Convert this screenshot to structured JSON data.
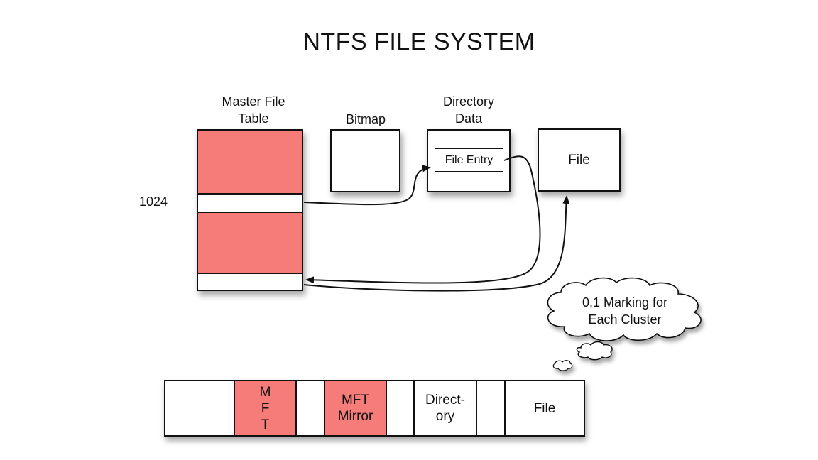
{
  "title": "NTFS FILE SYSTEM",
  "colors": {
    "mft_fill": "#f67c79",
    "stroke": "#111111",
    "background": "#ffffff"
  },
  "top_row": {
    "mft": {
      "label": "Master File Table",
      "label_line1": "Master File",
      "label_line2": "Table",
      "marker": "1024"
    },
    "bitmap": {
      "label": "Bitmap"
    },
    "directory_data": {
      "label_line1": "Directory",
      "label_line2": "Data",
      "entry": "File Entry"
    },
    "file": {
      "label": "File"
    }
  },
  "callout": {
    "line1": "0,1 Marking for",
    "line2": "Each Cluster"
  },
  "disk_layout": {
    "cells": [
      {
        "label": "",
        "kind": "white"
      },
      {
        "label": "M\nF\nT",
        "kind": "pink"
      },
      {
        "label": "",
        "kind": "white"
      },
      {
        "label": "MFT\nMirror",
        "kind": "pink"
      },
      {
        "label": "",
        "kind": "white"
      },
      {
        "label": "Direct-\nory",
        "kind": "white"
      },
      {
        "label": "",
        "kind": "white"
      },
      {
        "label": "File",
        "kind": "white"
      }
    ]
  },
  "arrows": [
    {
      "from": "mft-record-1024",
      "to": "file-entry"
    },
    {
      "from": "file-entry",
      "to": "mft-last-record"
    },
    {
      "from": "mft-last-record",
      "to": "file-box"
    }
  ]
}
